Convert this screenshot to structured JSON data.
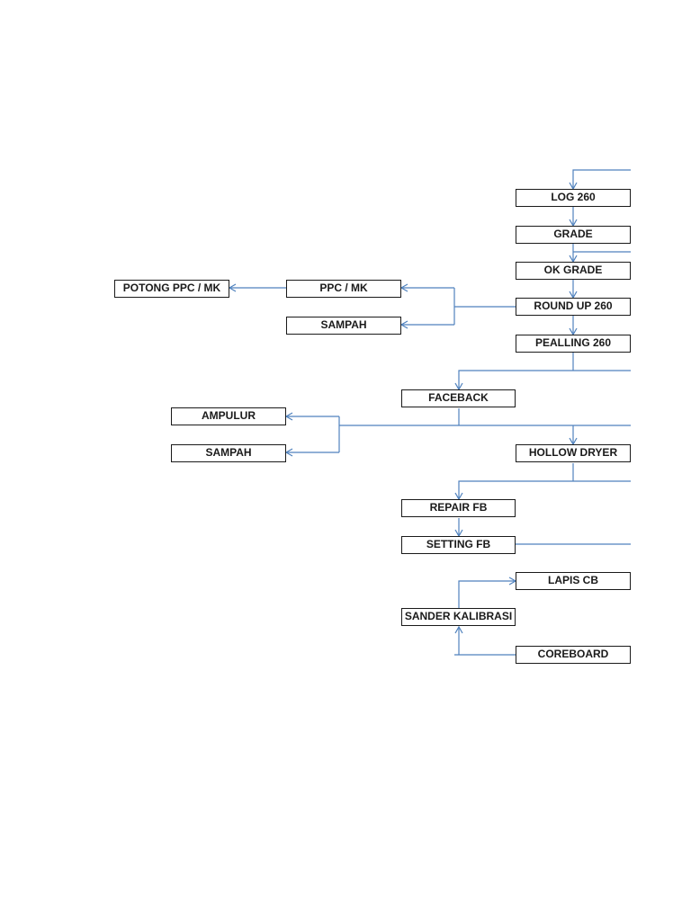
{
  "nodes": {
    "log_260": "LOG 260",
    "grade": "GRADE",
    "ok_grade": "OK GRADE",
    "round_up_260": "ROUND UP 260",
    "pealling_260": "PEALLING 260",
    "ppc_mk": "PPC / MK",
    "sampah_top": "SAMPAH",
    "potong_ppc_mk": "POTONG PPC / MK",
    "faceback": "FACEBACK",
    "ampulur": "AMPULUR",
    "sampah_bottom": "SAMPAH",
    "hollow_dryer": "HOLLOW DRYER",
    "repair_fb": "REPAIR FB",
    "setting_fb": "SETTING FB",
    "lapis_cb": "LAPIS CB",
    "sander_kalibrasi": "SANDER KALIBRASI",
    "coreboard": "COREBOARD"
  },
  "colors": {
    "connector": "#4f81bd",
    "box_border": "#1a1a1a",
    "text": "#1a1a1a"
  }
}
